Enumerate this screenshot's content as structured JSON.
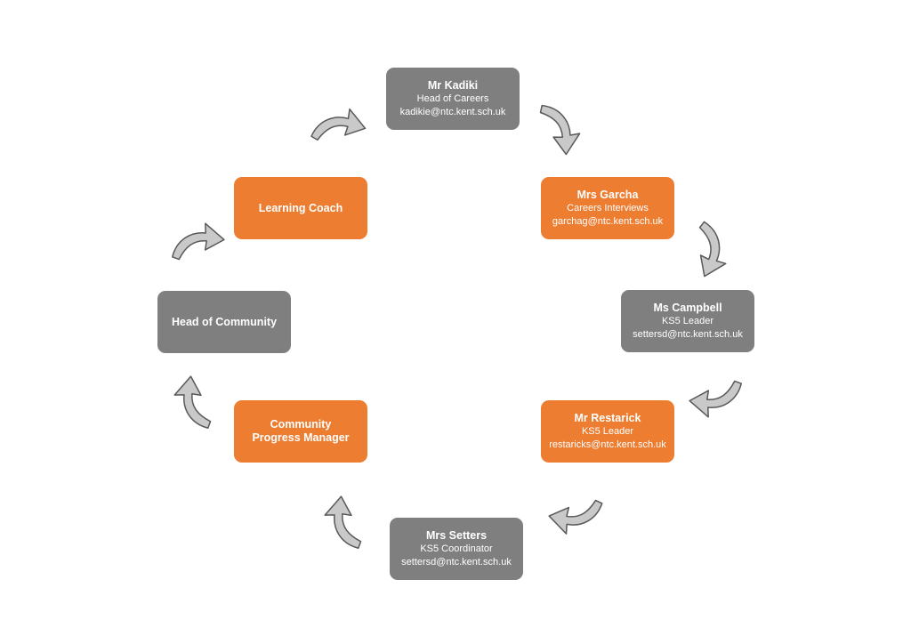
{
  "nodes": {
    "kadiki": {
      "name": "Mr Kadiki",
      "role": "Head of Careers",
      "email": "kadikie@ntc.kent.sch.uk",
      "color": "#7f7f7f"
    },
    "garcha": {
      "name": "Mrs Garcha",
      "role": "Careers Interviews",
      "email": "garchag@ntc.kent.sch.uk",
      "color": "#ed7d31"
    },
    "campbell": {
      "name": "Ms Campbell",
      "role": "KS5 Leader",
      "email": "settersd@ntc.kent.sch.uk",
      "color": "#7f7f7f"
    },
    "restarick": {
      "name": "Mr Restarick",
      "role": "KS5 Leader",
      "email": "restaricks@ntc.kent.sch.uk",
      "color": "#ed7d31"
    },
    "setters": {
      "name": "Mrs Setters",
      "role": "KS5 Coordinator",
      "email": "settersd@ntc.kent.sch.uk",
      "color": "#7f7f7f"
    },
    "progress": {
      "name": "Community Progress Manager",
      "color": "#ed7d31"
    },
    "community": {
      "name": "Head of Community",
      "color": "#7f7f7f"
    },
    "coach": {
      "name": "Learning Coach",
      "color": "#ed7d31"
    }
  },
  "arrow_style": {
    "fill": "#c9c9c9",
    "stroke": "#595959"
  }
}
